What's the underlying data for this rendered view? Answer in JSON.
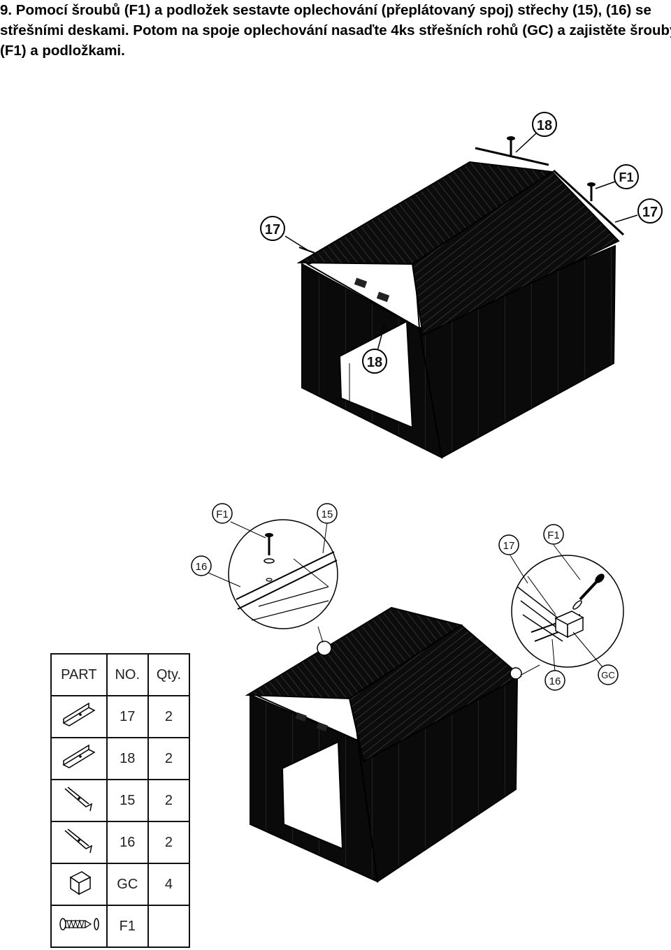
{
  "instruction": {
    "line1": "9. Pomocí šroubů (F1) a podložek sestavte oplechování (přeplátovaný spoj) střechy (15), (16) se",
    "line2": "střešními deskami. Potom na spoje oplechování nasaďte 4ks střešních rohů (GC) a zajistěte šrouby",
    "line3": "(F1) a podložkami."
  },
  "callouts_top": {
    "c18_top": "18",
    "f1_top": "F1",
    "c17_right": "17",
    "c17_left": "17",
    "c18_front": "18"
  },
  "callouts_bottom": {
    "f1_left": "F1",
    "c15": "15",
    "c16_left": "16",
    "c17": "17",
    "f1_right": "F1",
    "c16_right": "16",
    "gc": "GC"
  },
  "parts_table": {
    "headers": [
      "PART",
      "NO.",
      "Qty."
    ],
    "rows": [
      {
        "icon": "trim-angle-icon",
        "no": "17",
        "qty": "2"
      },
      {
        "icon": "trim-angle-icon",
        "no": "18",
        "qty": "2"
      },
      {
        "icon": "trim-channel-icon",
        "no": "15",
        "qty": "2"
      },
      {
        "icon": "trim-channel-icon",
        "no": "16",
        "qty": "2"
      },
      {
        "icon": "corner-cap-icon",
        "no": "GC",
        "qty": "4"
      },
      {
        "icon": "screw-washer-icon",
        "no": "F1",
        "qty": ""
      }
    ]
  }
}
